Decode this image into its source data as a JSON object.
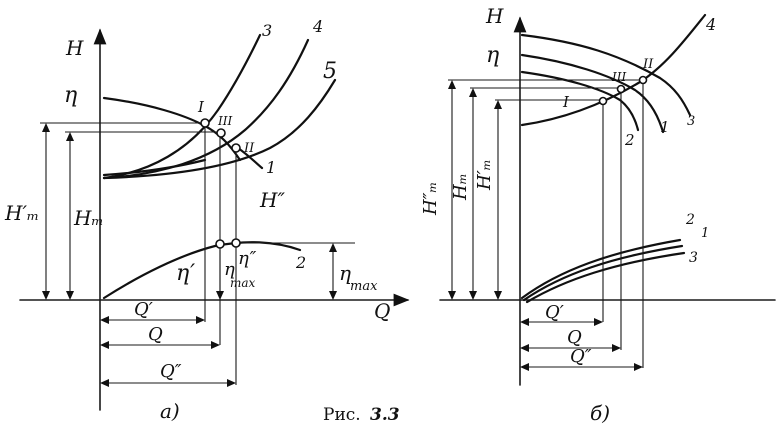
{
  "panel_a": {
    "axis_h": "H",
    "axis_q": "Q",
    "eta": "ƞ",
    "curve_labels": [
      "3",
      "4",
      "5",
      "1",
      "2"
    ],
    "point_labels": [
      "I",
      "III",
      "II"
    ],
    "h_dblprime": "H″",
    "h_m_prime": "H′ₘ",
    "h_m": "Hₘ",
    "eta_prime": "ƞ′",
    "eta_dblprime": "ƞ″",
    "eta_max_label": "ƞ",
    "eta_max_sub": "max",
    "eta_max_label_right": "ƞ",
    "eta_max_sub_right": "max",
    "q_prime": "Q′",
    "q": "Q",
    "q_dblprime": "Q″",
    "panel_letter": "a)"
  },
  "panel_b": {
    "axis_h": "H",
    "eta": "ƞ",
    "curve_labels_top": [
      "4",
      "1",
      "2",
      "3"
    ],
    "point_labels": [
      "I",
      "III",
      "II"
    ],
    "h_m_dblprime": "H″ₘ",
    "h_m": "Hₘ",
    "h_m_prime": "H′ₘ",
    "eff_labels": [
      "2",
      "1",
      "3"
    ],
    "q_prime": "Q′",
    "q": "Q",
    "q_dblprime": "Q″",
    "panel_letter": "б)"
  },
  "caption": {
    "prefix": "Рис.",
    "number": "3.3"
  },
  "icons": [
    "arrow-icon"
  ]
}
